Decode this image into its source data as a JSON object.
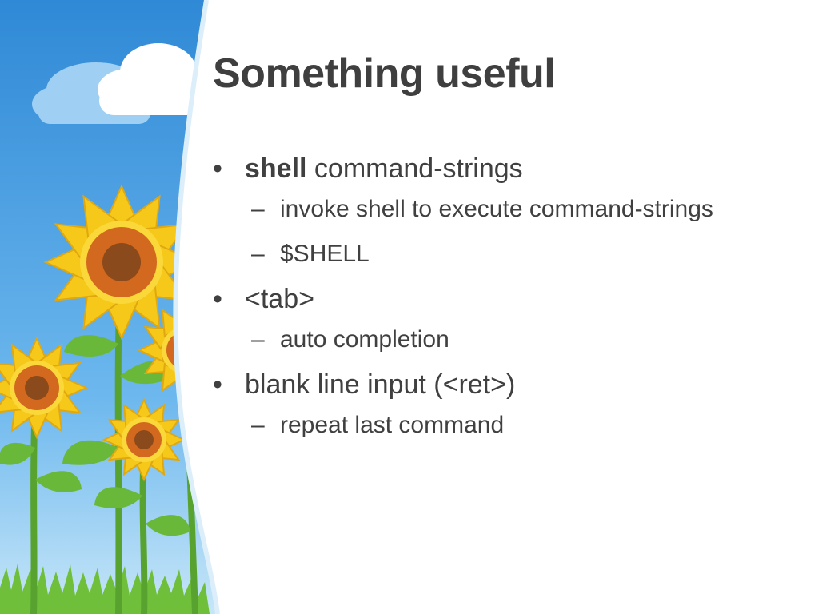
{
  "slide": {
    "title": "Something useful",
    "bullets": [
      {
        "bold": "shell",
        "text": " command-strings",
        "subs": [
          "invoke shell to execute command-strings",
          "$SHELL"
        ]
      },
      {
        "bold": "",
        "text": "<tab>",
        "subs": [
          "auto completion"
        ]
      },
      {
        "bold": "",
        "text": "blank line input (<ret>)",
        "subs": [
          "repeat last command"
        ]
      }
    ],
    "bullet_glyph": "•",
    "dash_glyph": "–"
  },
  "colors": {
    "sky": "#3d97dd",
    "petal": "#f5c81a",
    "petal_center": "#d2691e",
    "leaf": "#5aa332",
    "text": "#404040",
    "title": "#3f3f3f"
  }
}
